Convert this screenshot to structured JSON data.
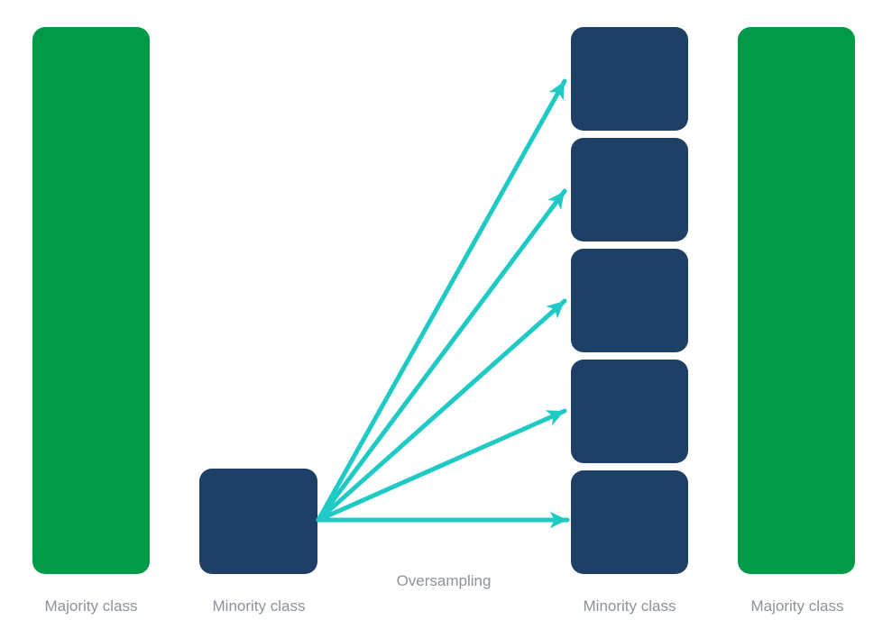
{
  "diagram": {
    "caption": "Oversampling",
    "left_majority_label": "Majority class",
    "left_minority_label": "Minority class",
    "right_minority_label": "Minority class",
    "right_majority_label": "Majority class",
    "minority_samples_before": 1,
    "minority_samples_after": 5,
    "arrow_count": 5,
    "colors": {
      "majority_bar": "#029A49",
      "minority_block": "#1E3F66",
      "arrow": "#1FCAC4",
      "label_text": "#8D939C",
      "background": "#FFFFFF"
    }
  }
}
